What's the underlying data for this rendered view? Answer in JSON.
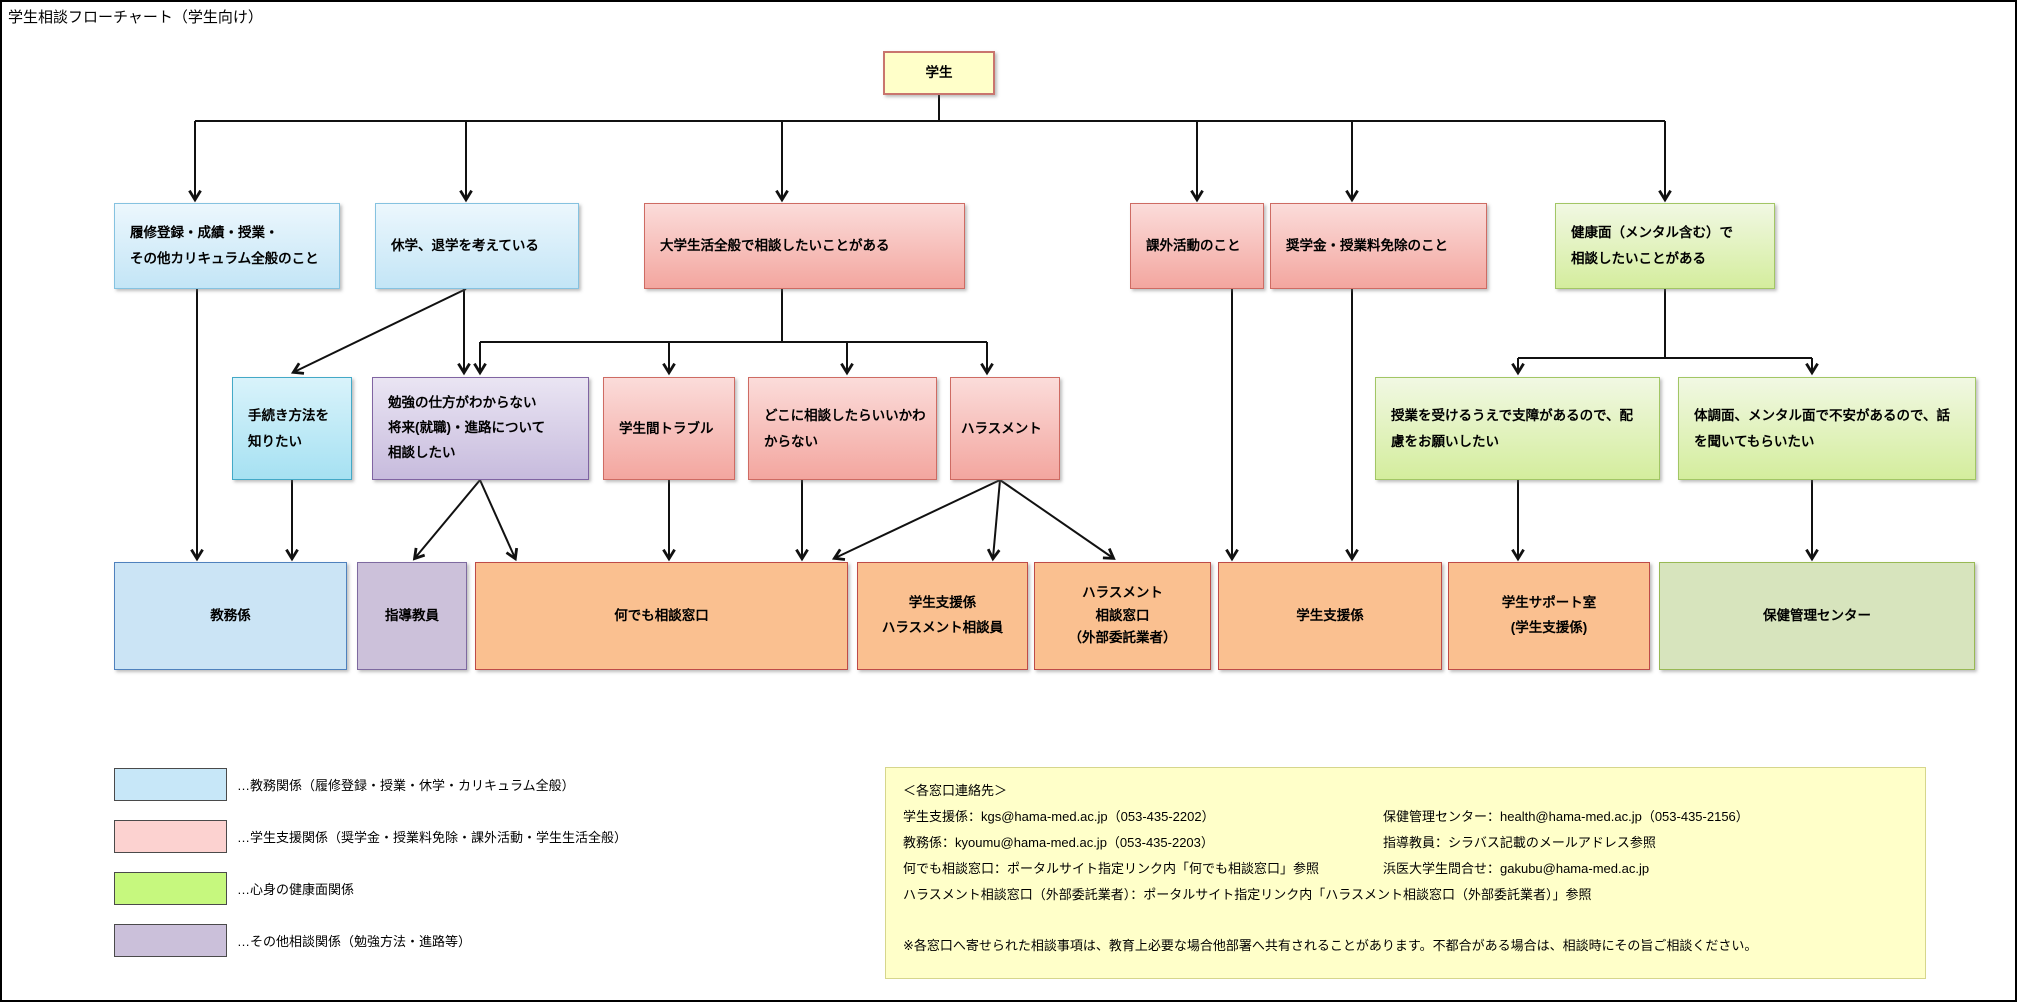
{
  "title": "学生相談フローチャート（学生向け）",
  "nodes": {
    "student": {
      "label": "学生"
    },
    "reg": {
      "lines": [
        "履修登録・成績・授業・",
        "その他カリキュラム全般のこと"
      ]
    },
    "kyugaku": {
      "label": "休学、退学を考えている"
    },
    "campuslife": {
      "label": "大学生活全般で相談したいことがある"
    },
    "kagai": {
      "label": "課外活動のこと"
    },
    "shogakukin": {
      "label": "奨学金・授業料免除のこと"
    },
    "kenkomen": {
      "lines": [
        "健康面（メンタル含む）で",
        "相談したいことがある"
      ]
    },
    "tetsuzuki": {
      "lines": [
        "手続き方法を",
        "知りたい"
      ]
    },
    "benkyo": {
      "lines": [
        "勉強の仕方がわからない",
        "将来(就職)・進路について",
        "相談したい"
      ]
    },
    "trouble": {
      "label": "学生間トラブル"
    },
    "dokoni": {
      "lines": [
        "どこに相談したらいいかわ",
        "からない"
      ]
    },
    "harassment": {
      "label": "ハラスメント"
    },
    "hairyo": {
      "lines": [
        "授業を受けるうえで支障があるので、配",
        "慮をお願いしたい"
      ]
    },
    "taichomen": {
      "lines": [
        "体調面、メンタル面で不安があるので、話",
        "を聞いてもらいたい"
      ]
    },
    "kyomu": {
      "label": "教務係"
    },
    "shido": {
      "label": "指導教員"
    },
    "nandemo": {
      "label": "何でも相談窓口"
    },
    "shien_hara": {
      "lines": [
        "学生支援係",
        "ハラスメント相談員"
      ]
    },
    "hara_mado": {
      "lines": [
        "ハラスメント",
        "相談窓口",
        "（外部委託業者）"
      ]
    },
    "shien": {
      "label": "学生支援係"
    },
    "support": {
      "lines": [
        "学生サポート室",
        "(学生支援係)"
      ]
    },
    "hoken": {
      "label": "保健管理センター"
    }
  },
  "legend": [
    {
      "category": "blue",
      "label": "…教務関係（履修登録・授業・休学・カリキュラム全般）"
    },
    {
      "category": "pink",
      "label": "…学生支援関係（奨学金・授業料免除・課外活動・学生生活全般）"
    },
    {
      "category": "green",
      "label": "…心身の健康面関係"
    },
    {
      "category": "purple",
      "label": "…その他相談関係（勉強方法・進路等）"
    }
  ],
  "contact": {
    "heading": "＜各窓口連絡先＞",
    "rows": [
      {
        "left": "学生支援係：kgs@hama-med.ac.jp（053-435-2202）",
        "right": "保健管理センター：health@hama-med.ac.jp（053-435-2156）"
      },
      {
        "left": "教務係：kyoumu@hama-med.ac.jp（053-435-2203）",
        "right": "指導教員：シラバス記載のメールアドレス参照"
      },
      {
        "left": "何でも相談窓口：ポータルサイト指定リンク内「何でも相談窓口」参照",
        "right": "浜医大学生問合せ：gakubu@hama-med.ac.jp"
      }
    ],
    "row_full": "ハラスメント相談窓口（外部委託業者）：ポータルサイト指定リンク内「ハラスメント相談窓口（外部委託業者）」参照",
    "note": "※各窓口へ寄せられた相談事項は、教育上必要な場合他部署へ共有されることがあります。不都合がある場合は、相談時にその旨ご相談ください。"
  },
  "colors": {
    "academic_blue": "#C7E7F8",
    "support_pink": "#FCD2D0",
    "health_green": "#C6F87E",
    "other_purple": "#CBC0DA",
    "window_orange": "#FAC090",
    "student_yellow": "#FFFFC9",
    "health_center_sage": "#D7E4BD",
    "connector_black": "#111111"
  }
}
